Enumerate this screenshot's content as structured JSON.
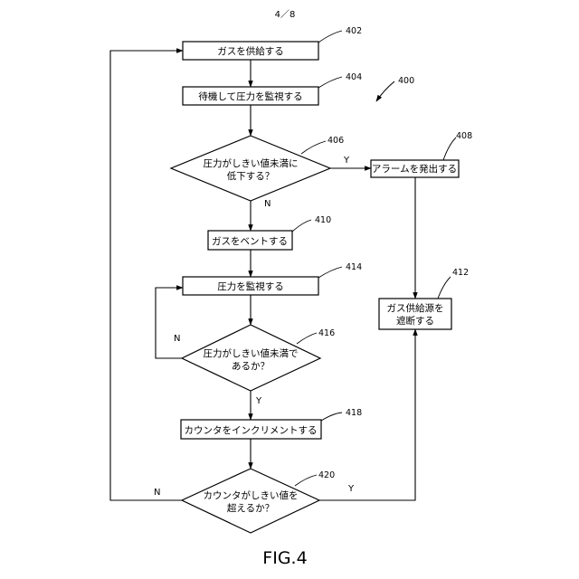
{
  "header": {
    "page": "4／8"
  },
  "figure": {
    "ref": "400",
    "caption": "FIG.4"
  },
  "nodes": {
    "n402": {
      "ref": "402",
      "lines": [
        "ガスを供給する"
      ]
    },
    "n404": {
      "ref": "404",
      "lines": [
        "待機して圧力を監視する"
      ]
    },
    "n406": {
      "ref": "406",
      "lines": [
        "圧力がしきい値未満に",
        "低下する？"
      ]
    },
    "n408": {
      "ref": "408",
      "lines": [
        "アラームを発出する"
      ]
    },
    "n410": {
      "ref": "410",
      "lines": [
        "ガスをベントする"
      ]
    },
    "n412": {
      "ref": "412",
      "lines": [
        "ガス供給源を",
        "遮断する"
      ]
    },
    "n414": {
      "ref": "414",
      "lines": [
        "圧力を監視する"
      ]
    },
    "n416": {
      "ref": "416",
      "lines": [
        "圧力がしきい値未満で",
        "あるか？"
      ]
    },
    "n418": {
      "ref": "418",
      "lines": [
        "カウンタをインクリメントする"
      ]
    },
    "n420": {
      "ref": "420",
      "lines": [
        "カウンタがしきい値を",
        "超えるか？"
      ]
    }
  },
  "branches": {
    "d406_yes": "Y",
    "d406_no": "N",
    "d416_no": "N",
    "d416_yes": "Y",
    "d420_no": "N",
    "d420_yes": "Y"
  }
}
